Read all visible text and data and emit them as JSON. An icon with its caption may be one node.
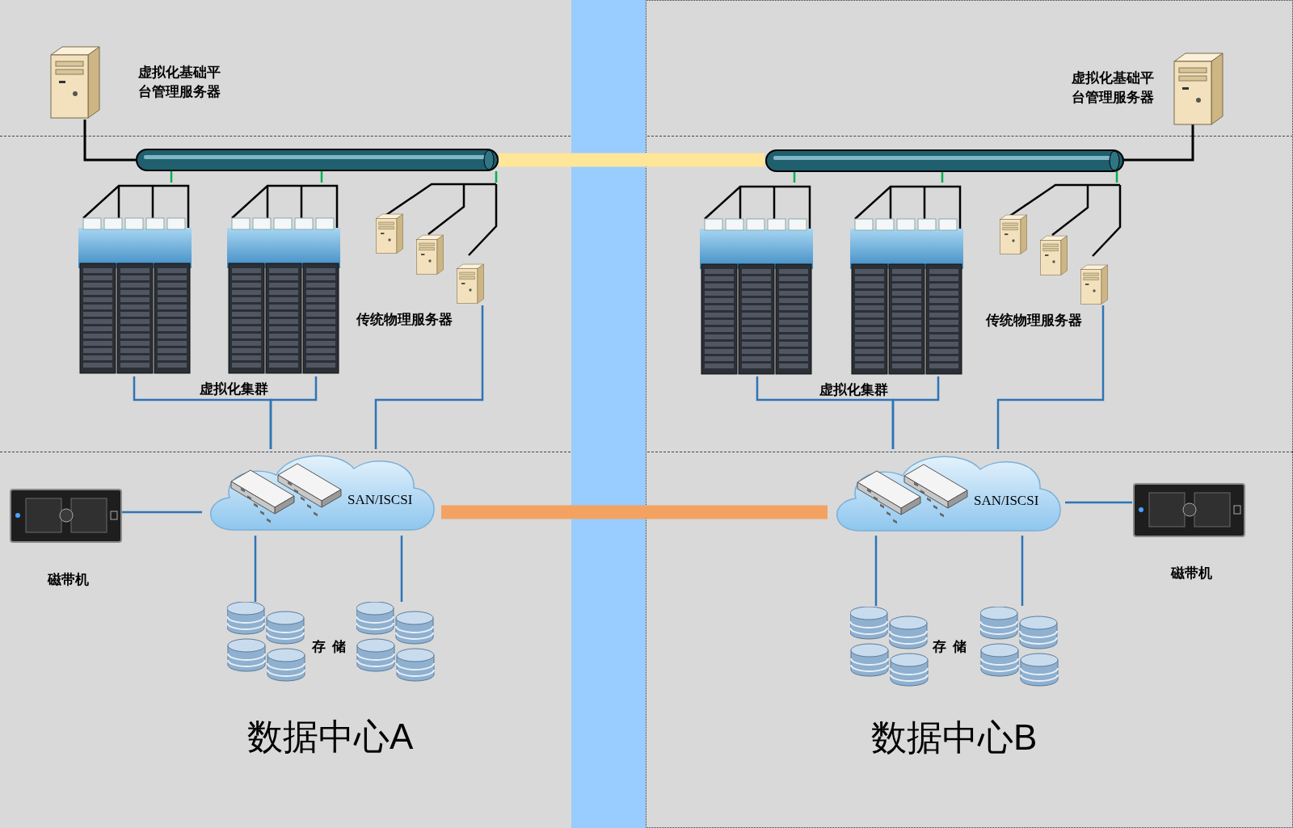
{
  "diagram": {
    "nodes": [
      {
        "text": [
          "数据中心A"
        ]
      },
      {
        "text": [
          "数据中心B"
        ]
      },
      {
        "text": [],
        "shape": "picture",
        "in": 0,
        "beside": [
          "虚拟化基础平台管理服务器"
        ]
      },
      {
        "text": [],
        "shape": "bar",
        "in": 0
      },
      {
        "text": [],
        "shape": "picture",
        "in": 0
      },
      {
        "text": [],
        "shape": "picture",
        "in": 0,
        "beside": [
          "虚拟化集群"
        ]
      },
      {
        "text": [],
        "shape": "picture",
        "in": 0,
        "beside": [
          "传统物理服务器"
        ]
      },
      {
        "text": [
          "SAN/ISCSI"
        ],
        "in": 0
      },
      {
        "text": [],
        "shape": "picture",
        "in": 0,
        "beside": [
          "磁带机"
        ]
      },
      {
        "text": [],
        "shape": "picture",
        "in": 0
      },
      {
        "text": [],
        "shape": "picture",
        "in": 0
      },
      {
        "text": [],
        "shape": "picture",
        "in": 1,
        "beside": [
          "虚拟化基础平台管理服务器"
        ]
      },
      {
        "text": [],
        "shape": "bar",
        "in": 1
      },
      {
        "text": [],
        "shape": "picture",
        "in": 1
      },
      {
        "text": [],
        "shape": "picture",
        "in": 1,
        "beside": [
          "虚拟化集群"
        ]
      },
      {
        "text": [],
        "shape": "picture",
        "in": 1,
        "beside": [
          "传统物理服务器"
        ]
      },
      {
        "text": [
          "SAN/ISCSI"
        ],
        "in": 1
      },
      {
        "text": [],
        "shape": "picture",
        "in": 1,
        "beside": [
          "磁带机"
        ]
      },
      {
        "text": [],
        "shape": "picture",
        "in": 1
      },
      {
        "text": [],
        "shape": "picture",
        "in": 1
      }
    ],
    "edges": [
      {
        "from": 2,
        "to": 3,
        "arrow": "none",
        "color": "#000000"
      },
      {
        "from": 3,
        "to": 4,
        "arrow": "none",
        "color": "#00b050"
      },
      {
        "from": 3,
        "to": 5,
        "arrow": "none",
        "color": "#00b050"
      },
      {
        "from": 3,
        "to": 6,
        "arrow": "none",
        "color": "#00b050"
      },
      {
        "from": 3,
        "to": 12,
        "arrow": "none",
        "style": "thick",
        "color": "#ffe699"
      },
      {
        "from": 12,
        "to": 11,
        "arrow": "none",
        "color": "#000000"
      },
      {
        "from": 12,
        "to": 13,
        "arrow": "none",
        "color": "#00b050"
      },
      {
        "from": 12,
        "to": 14,
        "arrow": "none",
        "color": "#00b050"
      },
      {
        "from": 12,
        "to": 15,
        "arrow": "none",
        "color": "#00b050"
      },
      {
        "from": 4,
        "to": 7,
        "arrow": "none"
      },
      {
        "from": 5,
        "to": 7,
        "arrow": "none"
      },
      {
        "from": 6,
        "to": 7,
        "arrow": "none"
      },
      {
        "from": 8,
        "to": 7,
        "arrow": "none"
      },
      {
        "from": 7,
        "to": 9,
        "arrow": "none"
      },
      {
        "from": 7,
        "to": 10,
        "arrow": "none"
      },
      {
        "from": 7,
        "to": 16,
        "arrow": "none",
        "style": "thick",
        "color": "#f4a261"
      },
      {
        "from": 13,
        "to": 16,
        "arrow": "none"
      },
      {
        "from": 14,
        "to": 16,
        "arrow": "none"
      },
      {
        "from": 15,
        "to": 16,
        "arrow": "none"
      },
      {
        "from": 16,
        "to": 17,
        "arrow": "none"
      },
      {
        "from": 16,
        "to": 18,
        "arrow": "none"
      },
      {
        "from": 16,
        "to": 19,
        "arrow": "none"
      }
    ],
    "labels": [
      "存储",
      "存储"
    ]
  }
}
